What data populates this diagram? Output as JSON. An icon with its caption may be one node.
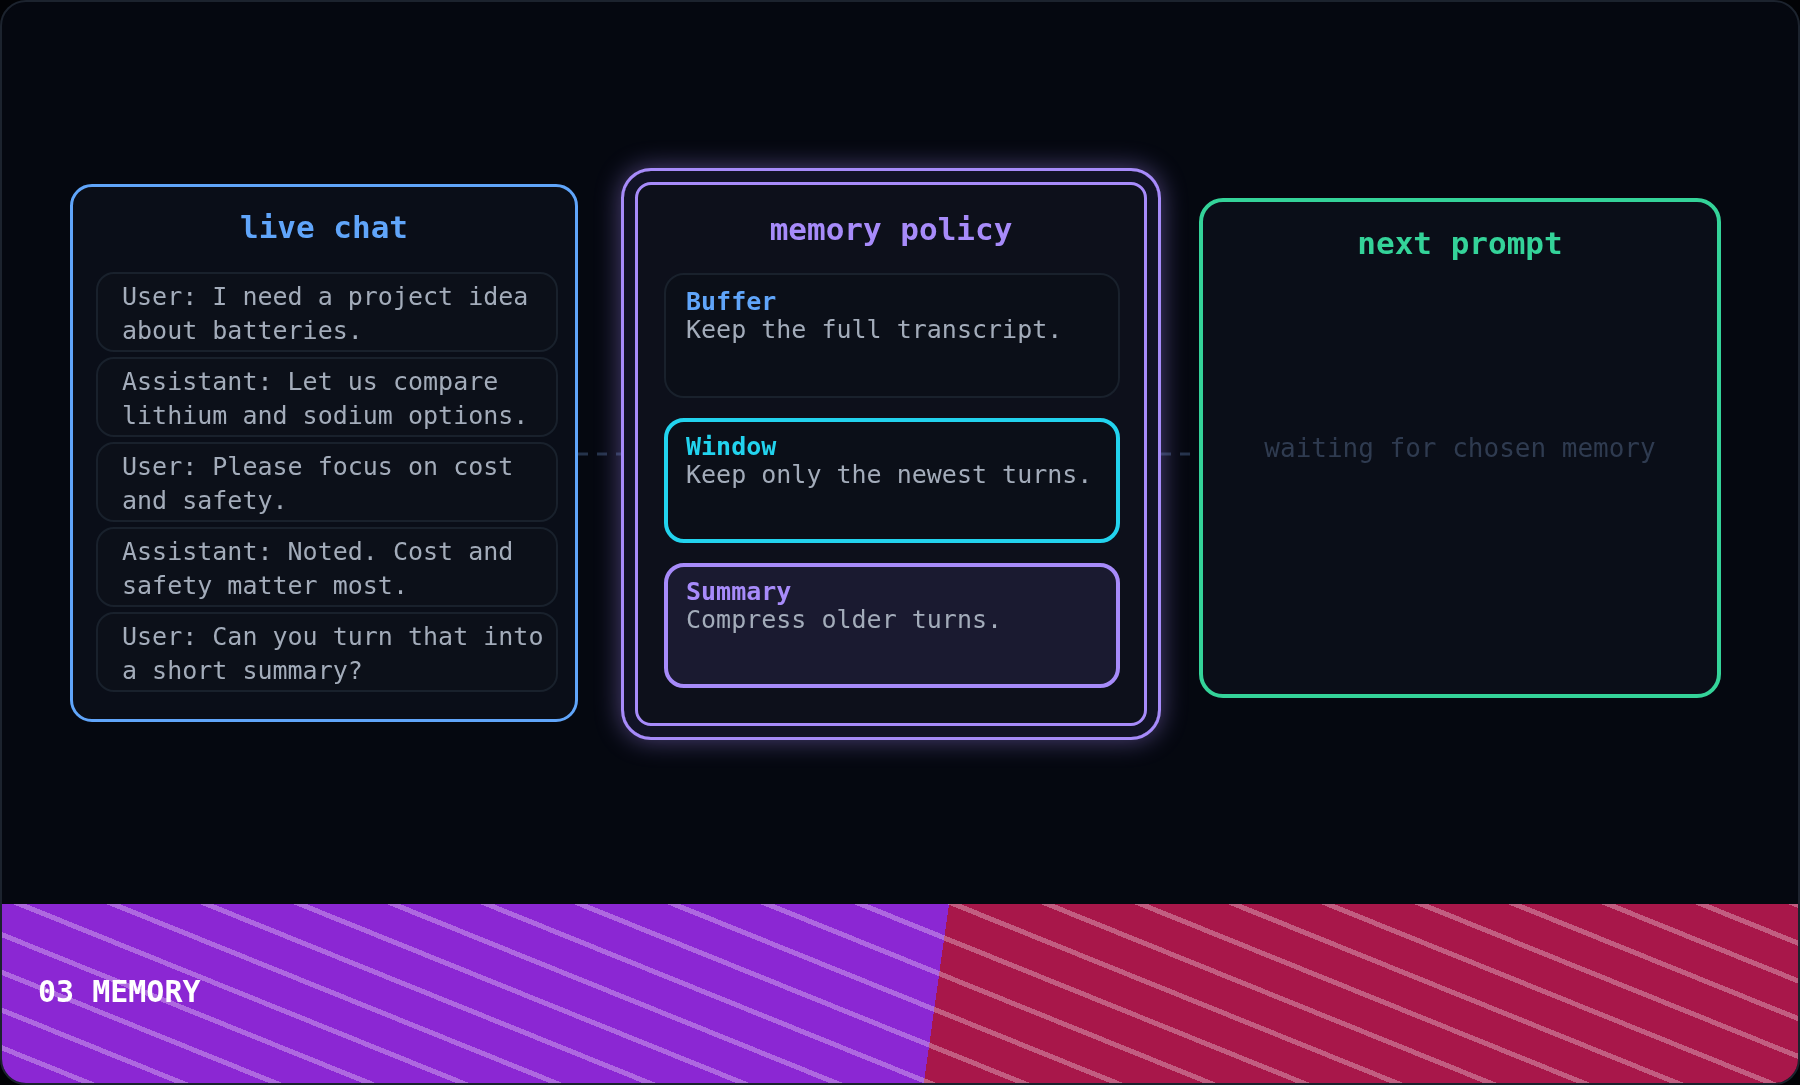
{
  "diagram": {
    "nodes": [
      {
        "text": [
          "live chat"
        ]
      },
      {
        "text": [
          "User: I need a project idea about batteries."
        ],
        "in": 0
      },
      {
        "text": [
          "Assistant: Let us compare lithium and sodium options."
        ],
        "in": 0
      },
      {
        "text": [
          "User: Please focus on cost and safety."
        ],
        "in": 0
      },
      {
        "text": [
          "Assistant: Noted. Cost and safety matter most."
        ],
        "in": 0
      },
      {
        "text": [
          "User: Can you turn that into a short summary?"
        ],
        "in": 0
      },
      {
        "text": [
          "memory policy"
        ]
      },
      {
        "text": [
          "Buffer",
          "Keep the full transcript."
        ],
        "in": 6
      },
      {
        "text": [
          "Window",
          "Keep only the newest turns."
        ],
        "in": 6
      },
      {
        "text": [
          "Summary",
          "Compress older turns."
        ],
        "in": 6
      },
      {
        "text": [
          "next prompt",
          "waiting for chosen memory"
        ]
      },
      {
        "text": [
          "03 MEMORY"
        ]
      }
    ],
    "edges": [
      {
        "from": 0,
        "to": 6,
        "arrow": "none",
        "style": "dashed"
      },
      {
        "from": 6,
        "to": 10,
        "arrow": "none",
        "style": "dashed"
      }
    ]
  }
}
